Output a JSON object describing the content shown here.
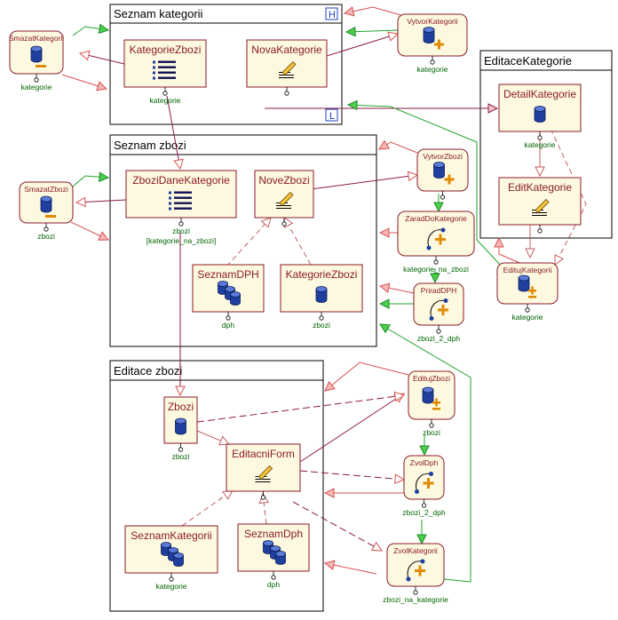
{
  "colors": {
    "node_fill": "#fcf9e0",
    "node_border": "#8b1a2a",
    "node_text": "#8b1a2a",
    "port_text": "#006400",
    "panel_border": "#000000",
    "edge_plum": "#8b1a4a",
    "edge_red": "#d85050",
    "edge_green": "#1fa52a",
    "db_blue": "#1f3f9f",
    "op_orange": "#e08a00",
    "corner_badge_blue": "#1f3fbf"
  },
  "panels": [
    {
      "id": "p1",
      "title": "Seznam kategorii",
      "badges": [
        "H",
        "L"
      ]
    },
    {
      "id": "p2",
      "title": "Seznam zbozi",
      "badges": []
    },
    {
      "id": "p3",
      "title": "Editace zbozi",
      "badges": []
    },
    {
      "id": "p4",
      "title": "EditaceKategorie",
      "badges": []
    }
  ],
  "nodes": [
    {
      "id": "smazatKategorii",
      "label": "SmazatKategorii",
      "icon": "db-minus-icon",
      "port": "kategorie"
    },
    {
      "id": "kategorieZbozi1",
      "label": "KategorieZbozi",
      "icon": "list-icon",
      "port": "kategorie"
    },
    {
      "id": "novaKategorie",
      "label": "NovaKategorie",
      "icon": "edit-form-icon",
      "port": ""
    },
    {
      "id": "vytvorKategorii",
      "label": "VytvorKategorii",
      "icon": "db-plus-icon",
      "port": "kategorie"
    },
    {
      "id": "detailKategorie",
      "label": "DetailKategorie",
      "icon": "db-icon",
      "port": "kategorie"
    },
    {
      "id": "editKategorie",
      "label": "EditKategorie",
      "icon": "edit-form-icon",
      "port": ""
    },
    {
      "id": "editujKategorii",
      "label": "EditujKategorii",
      "icon": "db-plusminus-icon",
      "port": "kategorie"
    },
    {
      "id": "smazatZbozi",
      "label": "SmazatZbozi",
      "icon": "db-minus-icon",
      "port": "zbozi"
    },
    {
      "id": "zboziDaneKategorie",
      "label": "ZboziDaneKategorie",
      "icon": "list-icon",
      "port": "zbozi",
      "port2": "[kategorie_na_zbozi]"
    },
    {
      "id": "noveZbozi",
      "label": "NoveZbozi",
      "icon": "edit-form-icon",
      "port": ""
    },
    {
      "id": "seznamDPH",
      "label": "SeznamDPH",
      "icon": "multi-db-icon",
      "port": "dph"
    },
    {
      "id": "kategorieZbozi2",
      "label": "KategorieZbozi",
      "icon": "db-icon",
      "port": "zbozi"
    },
    {
      "id": "vytvorZbozi",
      "label": "VytvorZbozi",
      "icon": "db-plus-icon",
      "port": ""
    },
    {
      "id": "zaradDoKategorie",
      "label": "ZaradDoKategorie",
      "icon": "action-plus-icon",
      "port": "kategorie_na_zbozi"
    },
    {
      "id": "priradDPH",
      "label": "PriradDPH",
      "icon": "action-plus-icon",
      "port": "zbozi_2_dph"
    },
    {
      "id": "zbozi",
      "label": "Zbozi",
      "icon": "db-icon",
      "port": "zbozi"
    },
    {
      "id": "editacniForm",
      "label": "EditacniForm",
      "icon": "edit-form-icon",
      "port": ""
    },
    {
      "id": "seznamKategorii",
      "label": "SeznamKategorii",
      "icon": "multi-db-icon",
      "port": "kategorie"
    },
    {
      "id": "seznamDph",
      "label": "SeznamDph",
      "icon": "multi-db-icon",
      "port": "dph"
    },
    {
      "id": "editujZbozi",
      "label": "EditujZbozi",
      "icon": "db-plusminus-icon",
      "port": "zbozi"
    },
    {
      "id": "zvolDph",
      "label": "ZvolDph",
      "icon": "action-plus-icon",
      "port": "zbozi_2_dph"
    },
    {
      "id": "zvolKategorii",
      "label": "ZvolKategorii",
      "icon": "action-plus-icon",
      "port": "zbozi_na_kategorie"
    }
  ]
}
